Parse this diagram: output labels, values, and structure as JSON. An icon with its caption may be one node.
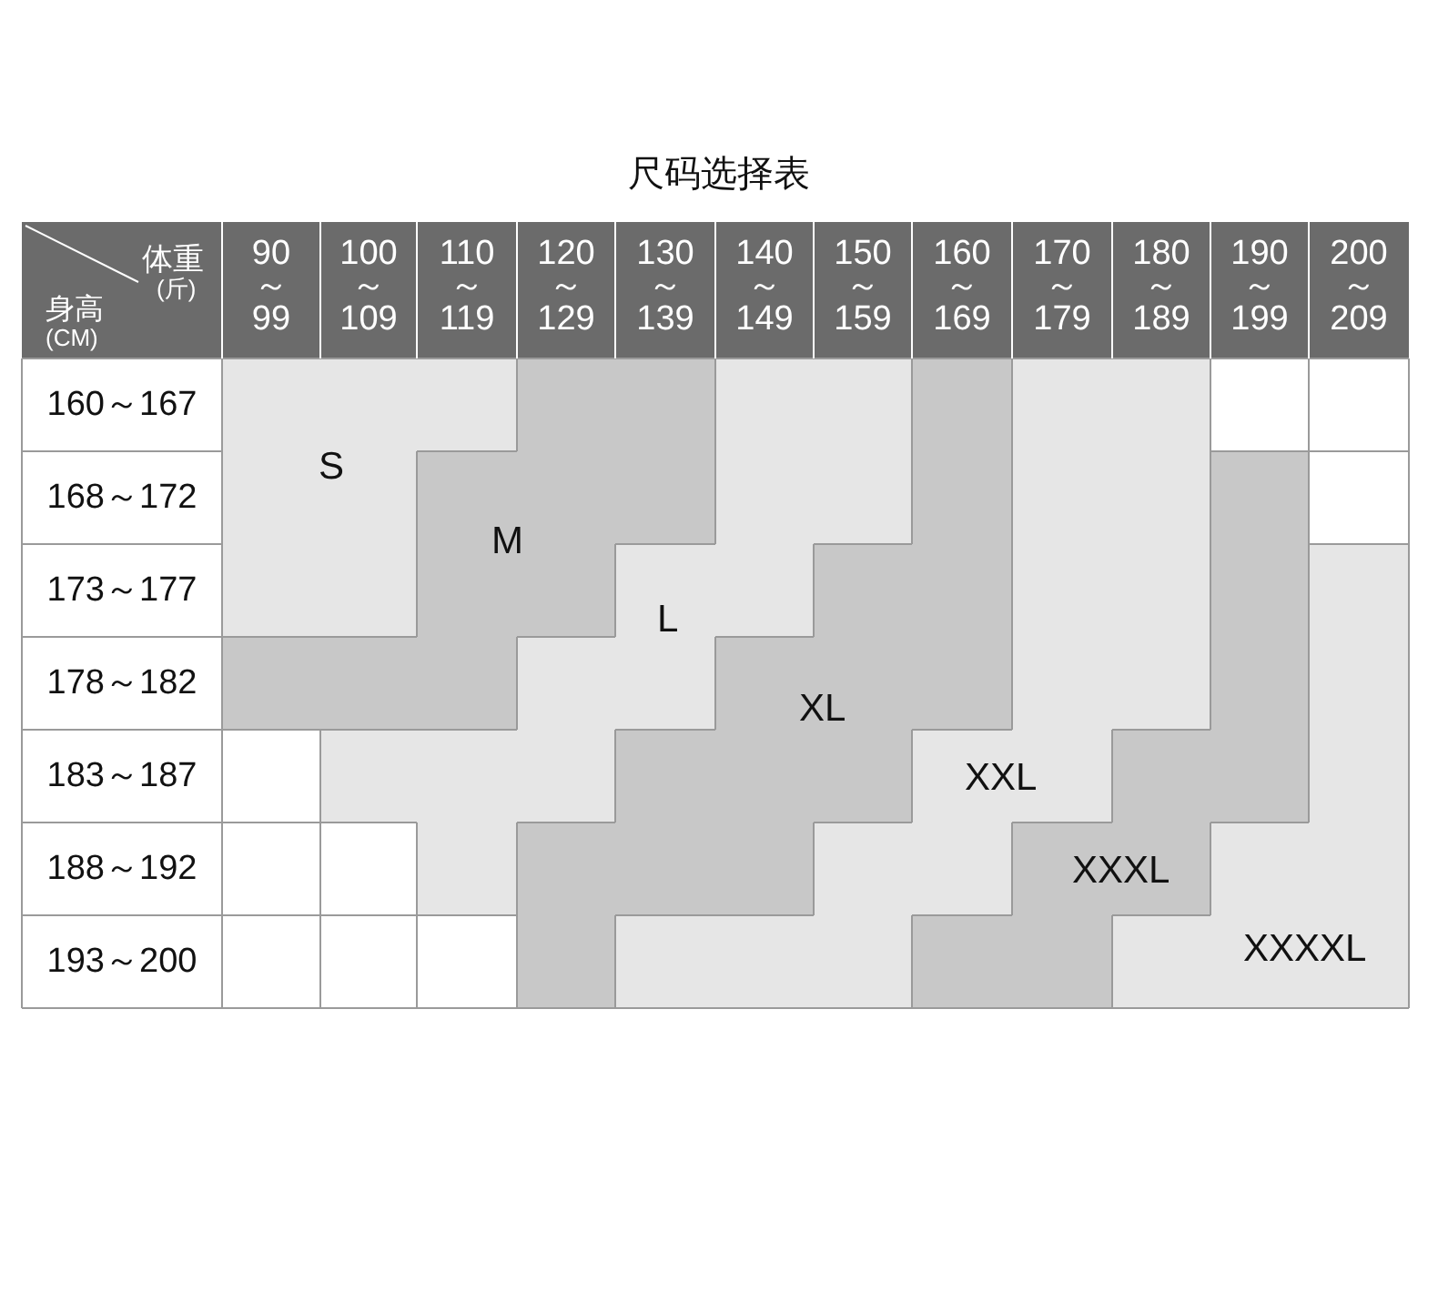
{
  "diagram": {
    "title": "尺码选择表",
    "labels": [
      "体重",
      "(斤)",
      "身高",
      "(CM)",
      "90 ～ 99",
      "100 ～ 109",
      "110 ～ 119",
      "120 ～ 129",
      "130 ～ 139",
      "140 ～ 149",
      "150 ～ 159",
      "160 ～ 169",
      "170 ～ 179",
      "180 ～ 189",
      "190 ～ 199",
      "200 ～ 209",
      "160～167",
      "168～172",
      "173～177",
      "178～182",
      "183～187",
      "188～192",
      "193～200",
      "S",
      "M",
      "L",
      "XL",
      "XXL",
      "XXXL",
      "XXXXL"
    ]
  }
}
